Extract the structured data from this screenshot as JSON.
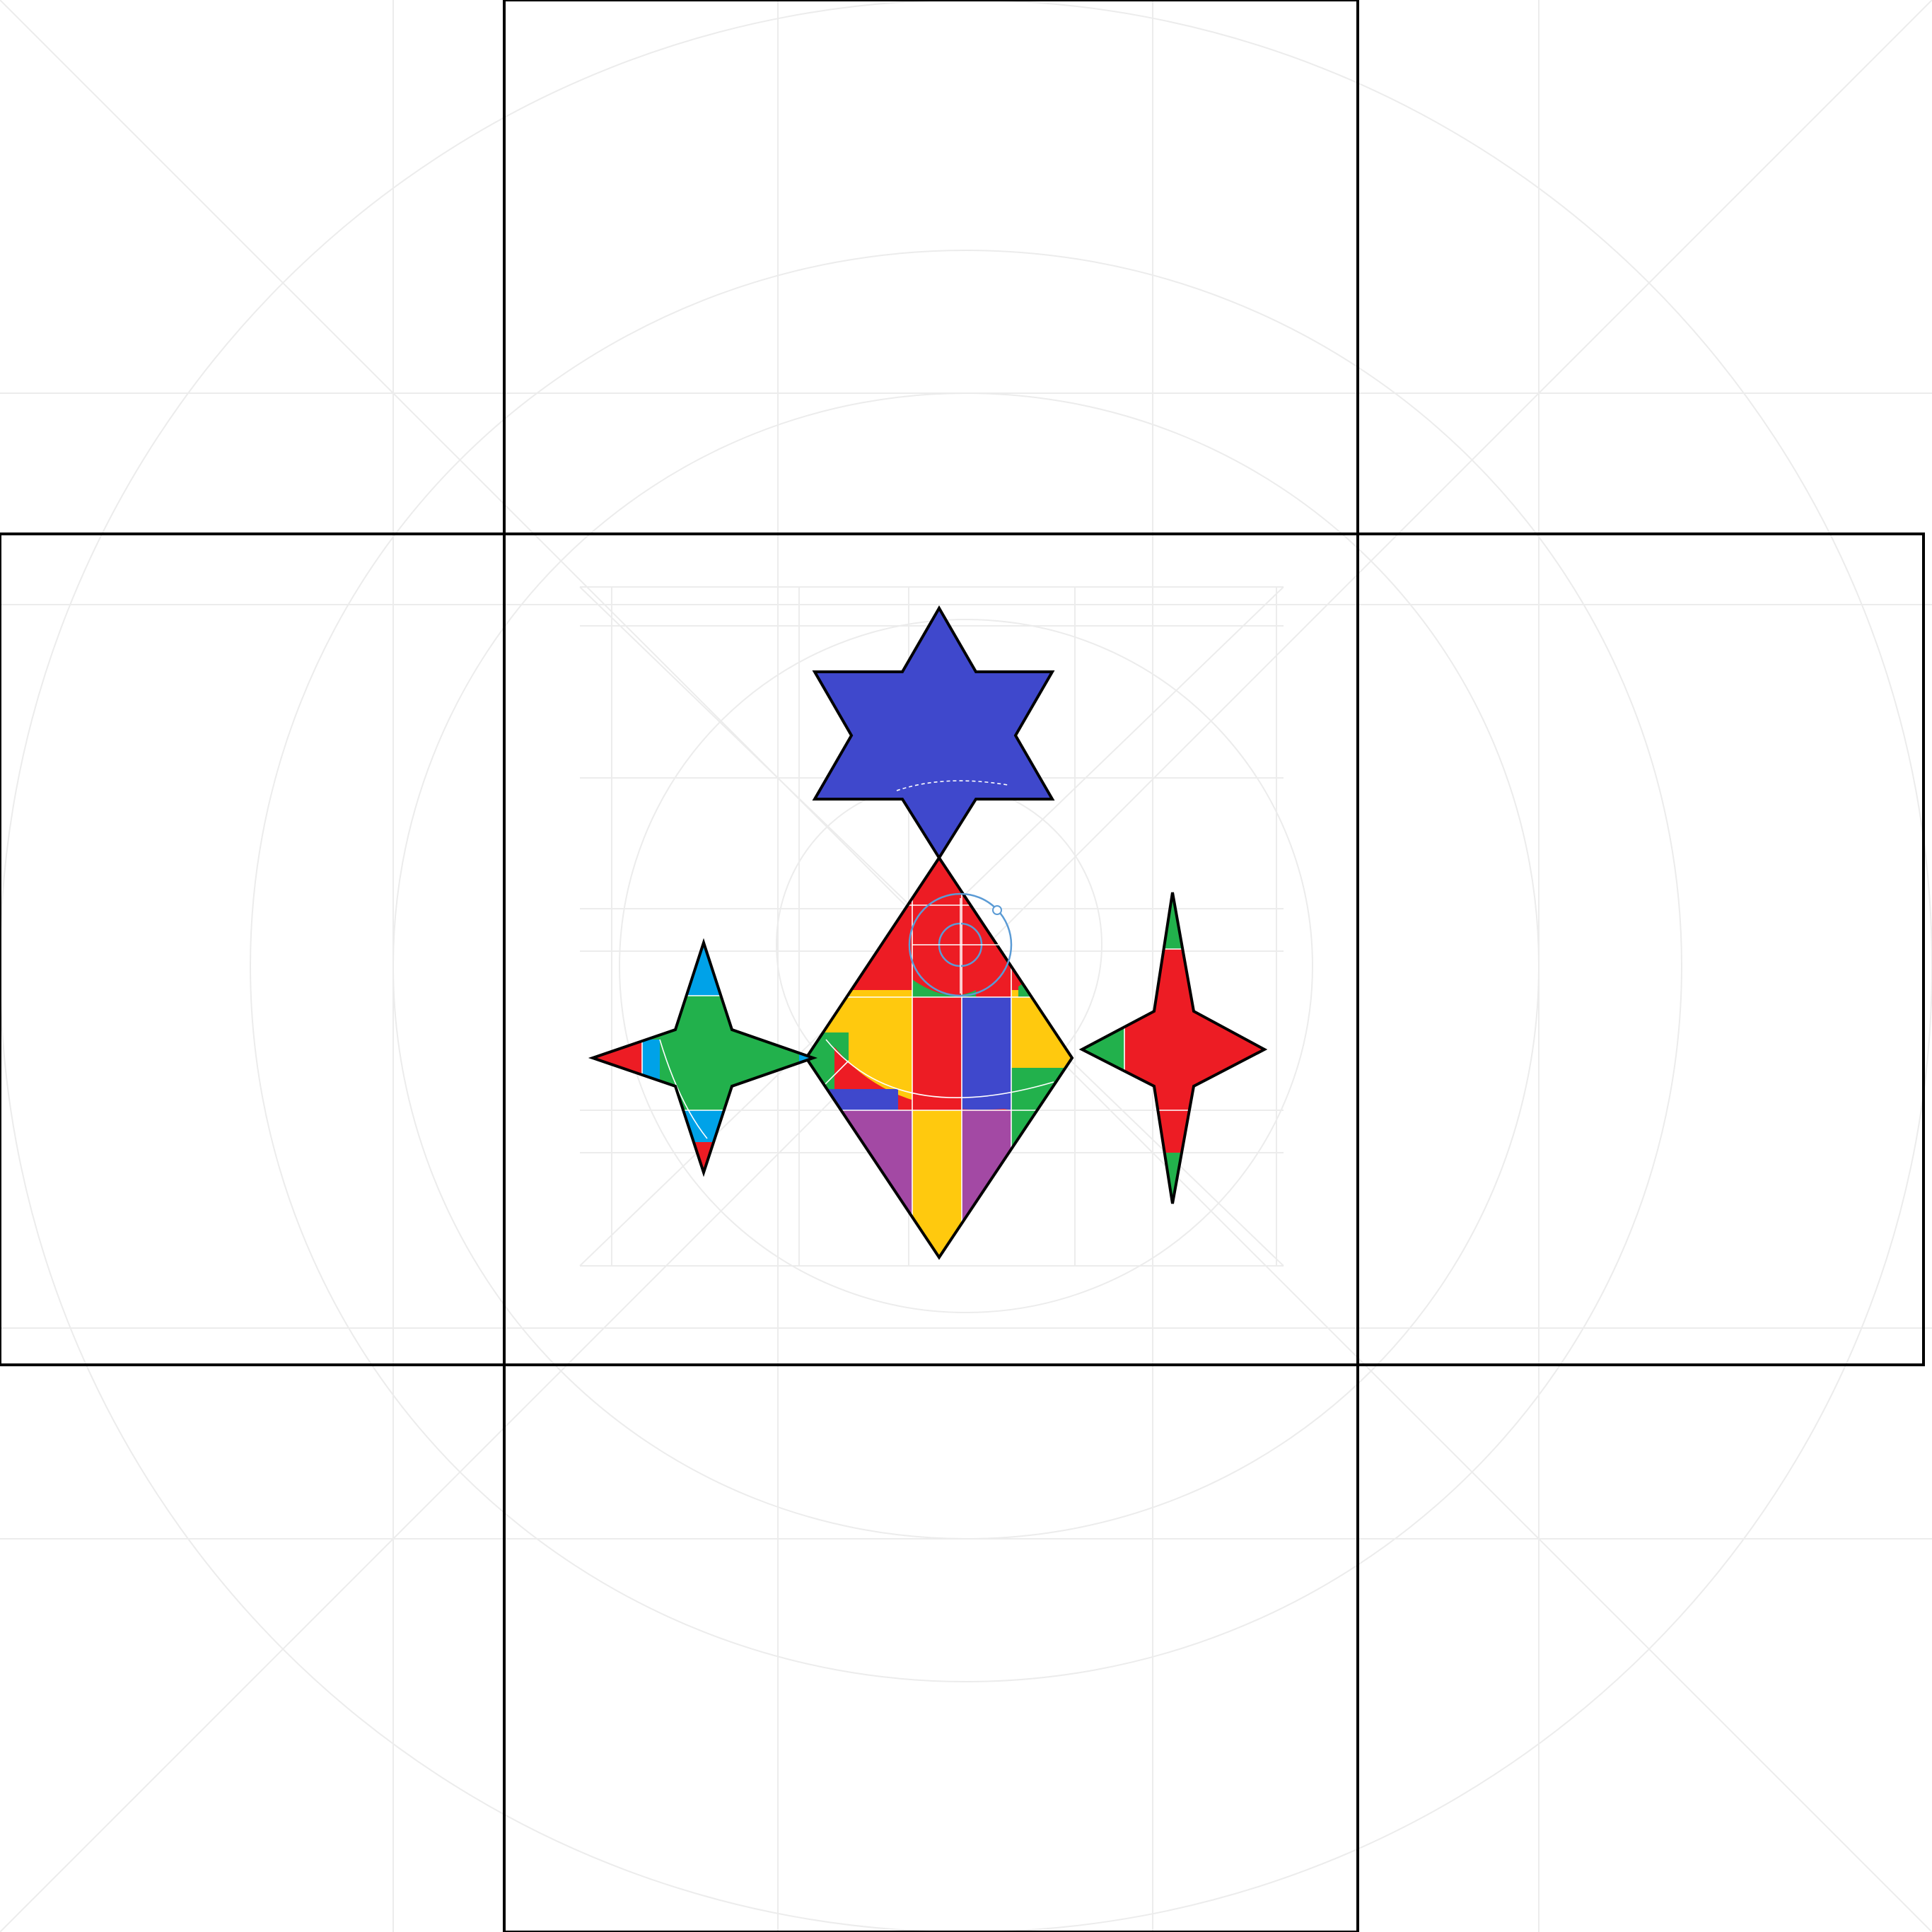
{
  "scene": {
    "background": "#ffffff",
    "guide_color": "#ececec",
    "grid_color": "#000000"
  },
  "palette": {
    "red": "#ed1c24",
    "green": "#22b14c",
    "blue": "#3f48cc",
    "yellow": "#ffc90e",
    "purple": "#a349a4",
    "cyan": "#00a2e8",
    "outline": "#000000",
    "seam": "#ffffff",
    "gizmo": "#5b9bd5"
  },
  "pieces": [
    {
      "shape": "six-point-star",
      "color": "blue"
    },
    {
      "shape": "diamond",
      "colors": [
        "red",
        "green",
        "blue",
        "yellow",
        "purple"
      ]
    },
    {
      "shape": "four-point-star",
      "colors": [
        "green",
        "red",
        "cyan"
      ]
    },
    {
      "shape": "four-point-star",
      "colors": [
        "red",
        "green"
      ]
    }
  ],
  "gizmo": {
    "icon": "rotate-handle-icon"
  }
}
